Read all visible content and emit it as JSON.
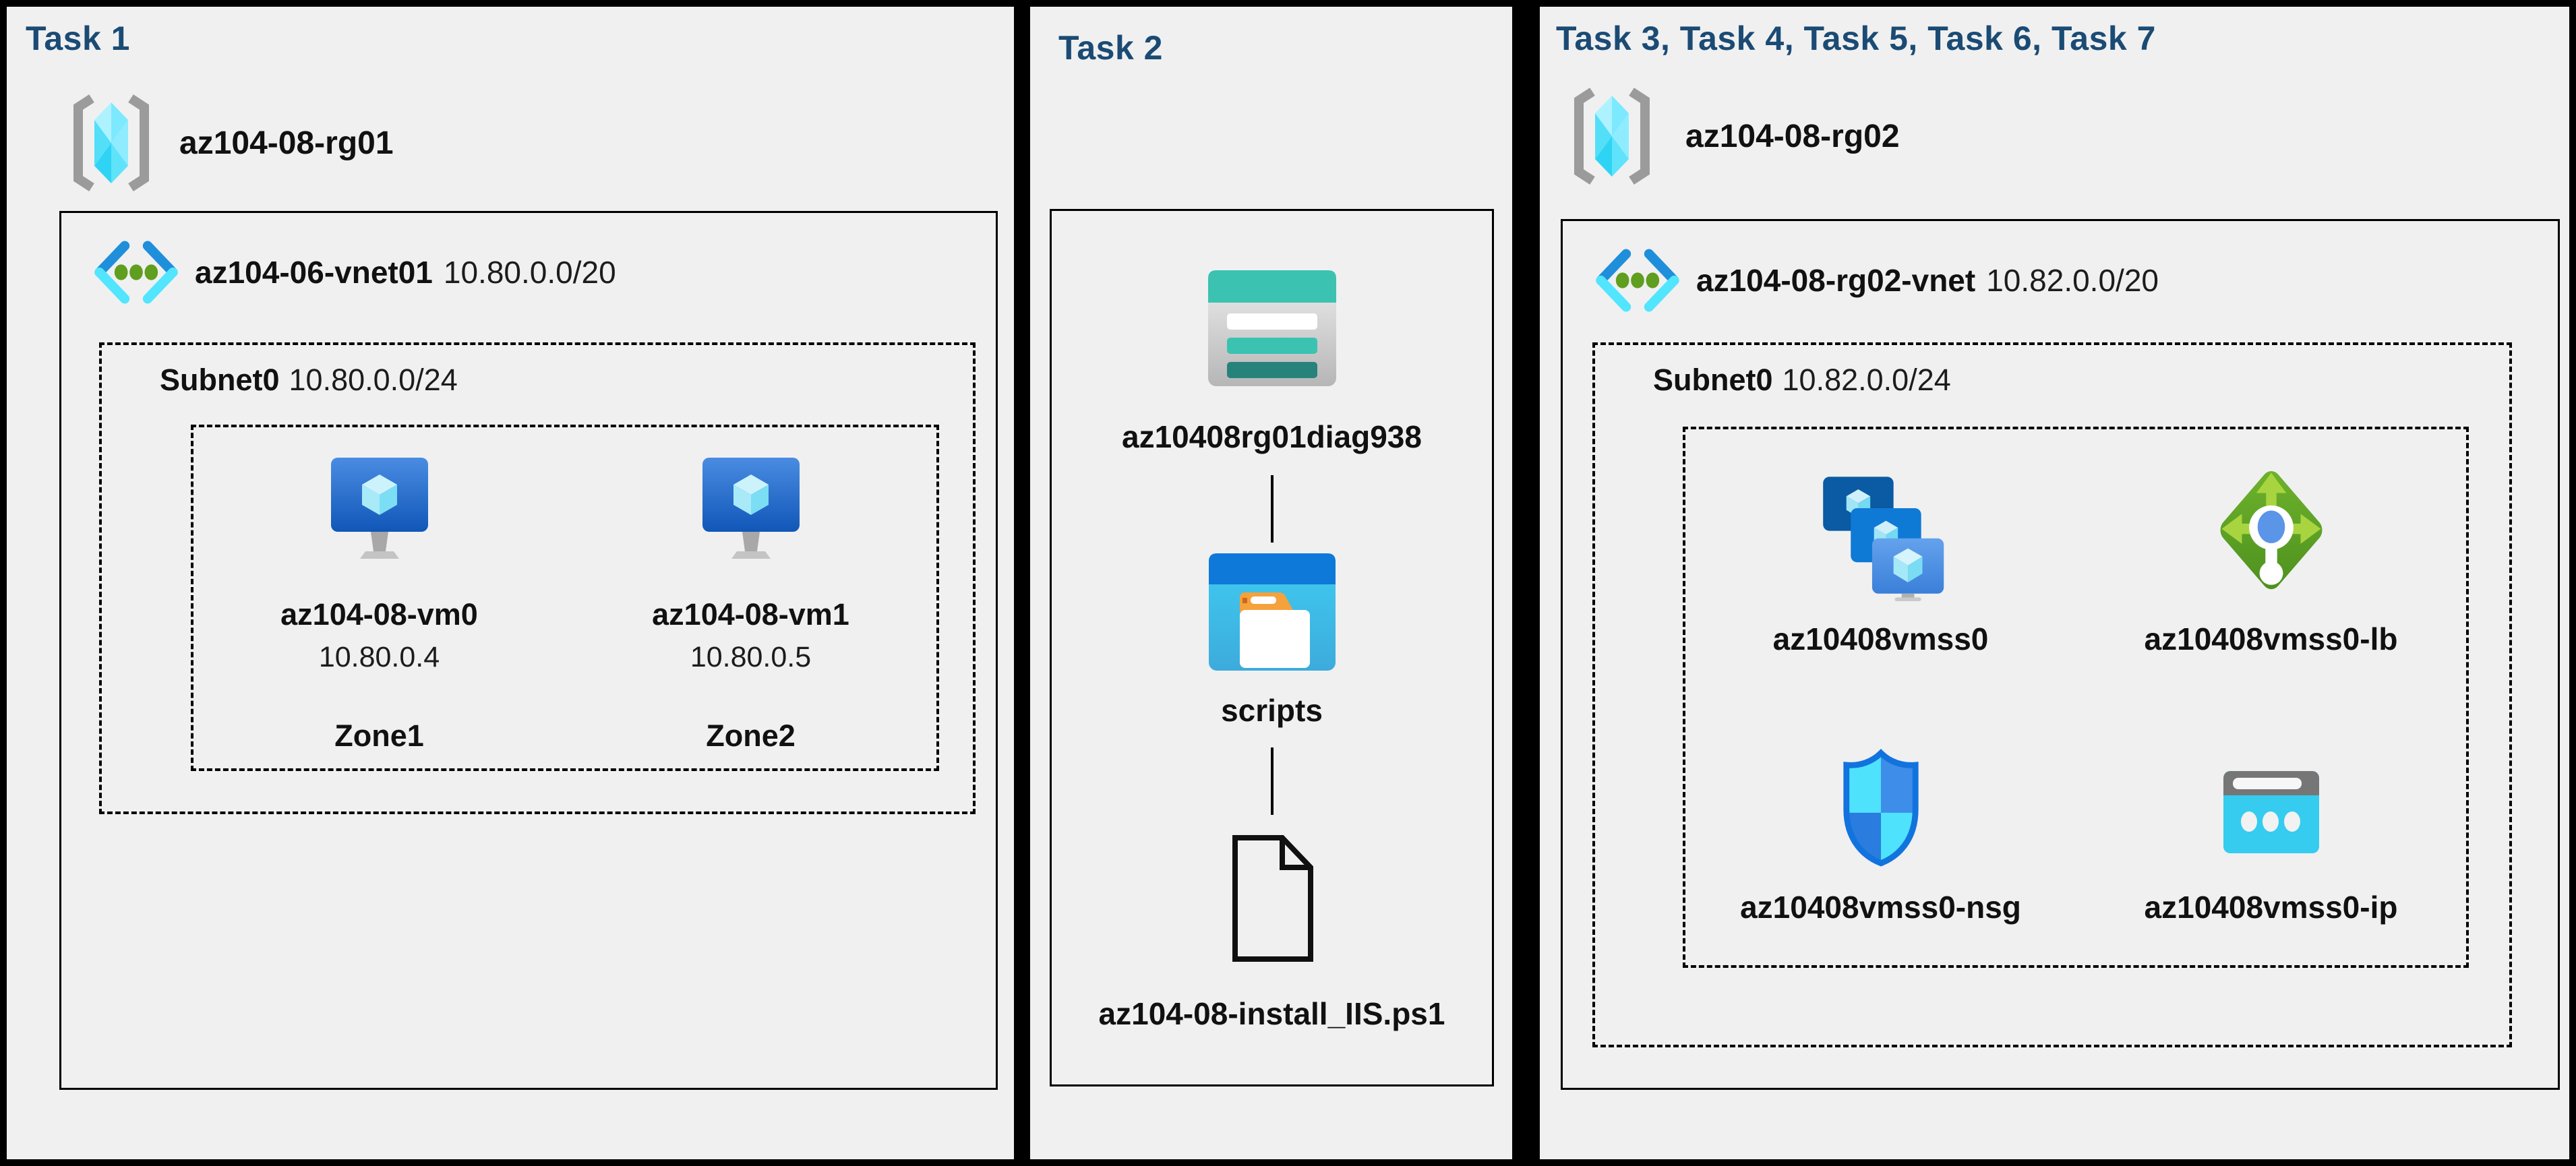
{
  "colors": {
    "canvas_bg": "#000000",
    "panel_bg": "#f0f0f1",
    "title_blue": "#1b4b74",
    "azure_blue": "#0f7ad6",
    "cyan": "#50e6ff",
    "teal": "#3bc2b1",
    "green": "#6cae2c"
  },
  "panel1": {
    "title": "Task 1",
    "resource_group": {
      "name": "az104-08-rg01",
      "icon": "resource-group-icon"
    },
    "vnet": {
      "name": "az104-06-vnet01",
      "cidr": "10.80.0.0/20",
      "icon": "virtual-network-icon"
    },
    "subnet": {
      "name": "Subnet0",
      "cidr": "10.80.0.0/24"
    },
    "vms": [
      {
        "name": "az104-08-vm0",
        "ip": "10.80.0.4",
        "zone": "Zone1",
        "icon": "virtual-machine-icon"
      },
      {
        "name": "az104-08-vm1",
        "ip": "10.80.0.5",
        "zone": "Zone2",
        "icon": "virtual-machine-icon"
      }
    ]
  },
  "panel2": {
    "title": "Task 2",
    "storage_account": {
      "name": "az10408rg01diag938",
      "icon": "storage-account-icon"
    },
    "container": {
      "name": "scripts",
      "icon": "blob-container-icon"
    },
    "file": {
      "name": "az104-08-install_IIS.ps1",
      "icon": "file-icon"
    }
  },
  "panel3": {
    "title": "Task 3, Task 4, Task 5, Task 6, Task 7",
    "resource_group": {
      "name": "az104-08-rg02",
      "icon": "resource-group-icon"
    },
    "vnet": {
      "name": "az104-08-rg02-vnet",
      "cidr": "10.82.0.0/20",
      "icon": "virtual-network-icon"
    },
    "subnet": {
      "name": "Subnet0",
      "cidr": "10.82.0.0/24"
    },
    "resources": [
      {
        "name": "az10408vmss0",
        "icon": "vm-scale-set-icon"
      },
      {
        "name": "az10408vmss0-lb",
        "icon": "load-balancer-icon"
      },
      {
        "name": "az10408vmss0-nsg",
        "icon": "network-security-group-icon"
      },
      {
        "name": "az10408vmss0-ip",
        "icon": "public-ip-icon"
      }
    ]
  }
}
